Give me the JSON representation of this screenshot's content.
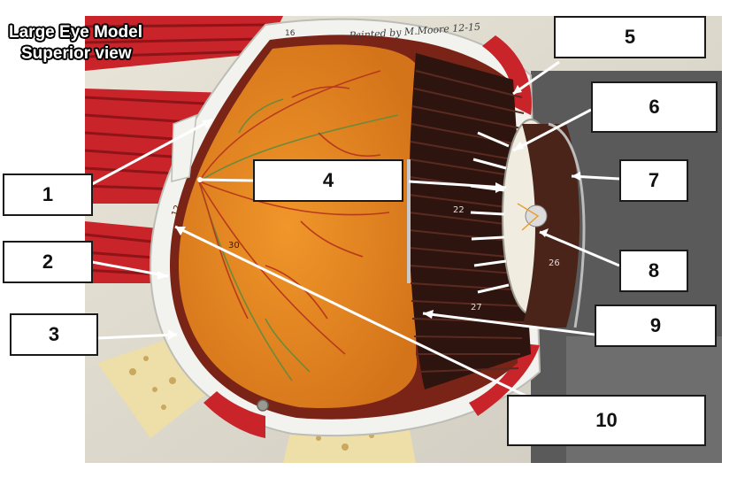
{
  "title": {
    "line1": "Large Eye Model",
    "line2": "Superior view"
  },
  "labels": [
    "1",
    "2",
    "3",
    "4",
    "5",
    "6",
    "7",
    "8",
    "9",
    "10"
  ],
  "model_text": {
    "signature": "Painted by M.Moore 12-15",
    "num_12": "12",
    "num_16": "16",
    "num_22": "22",
    "num_26": "26",
    "num_27": "27",
    "num_30": "30"
  },
  "colors": {
    "retina": "#e8861e",
    "vessels": "#b83a1c",
    "muscle": "#c8242a",
    "choroid": "#3a1a12",
    "label_border": "#1a1a1a"
  }
}
